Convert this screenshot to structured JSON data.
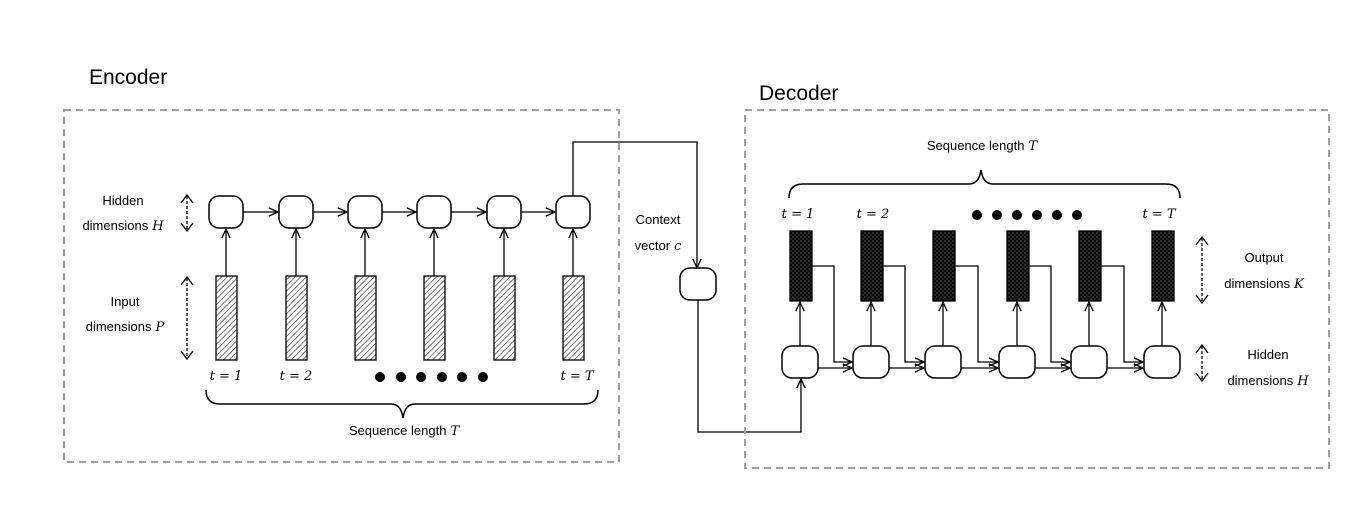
{
  "encoder": {
    "title": "Encoder",
    "hidden_label_1": "Hidden",
    "hidden_label_2": "dimensions",
    "hidden_sym": "H",
    "input_label_1": "Input",
    "input_label_2": "dimensions",
    "input_sym": "P",
    "t_first": "t = 1",
    "t_second": "t = 2",
    "t_last": "t = T",
    "seq_label": "Sequence length",
    "seq_sym": "T"
  },
  "context": {
    "label_1": "Context",
    "label_2": "vector",
    "sym": "c"
  },
  "decoder": {
    "title": "Decoder",
    "seq_label": "Sequence length",
    "seq_sym": "T",
    "t_first": "t = 1",
    "t_second": "t = 2",
    "t_last": "t = T",
    "output_label_1": "Output",
    "output_label_2": "dimensions",
    "output_sym": "K",
    "hidden_label_1": "Hidden",
    "hidden_label_2": "dimensions",
    "hidden_sym": "H"
  },
  "colors": {
    "box_border": "#a0a0a0",
    "line": "#000000",
    "background": "#ffffff"
  }
}
